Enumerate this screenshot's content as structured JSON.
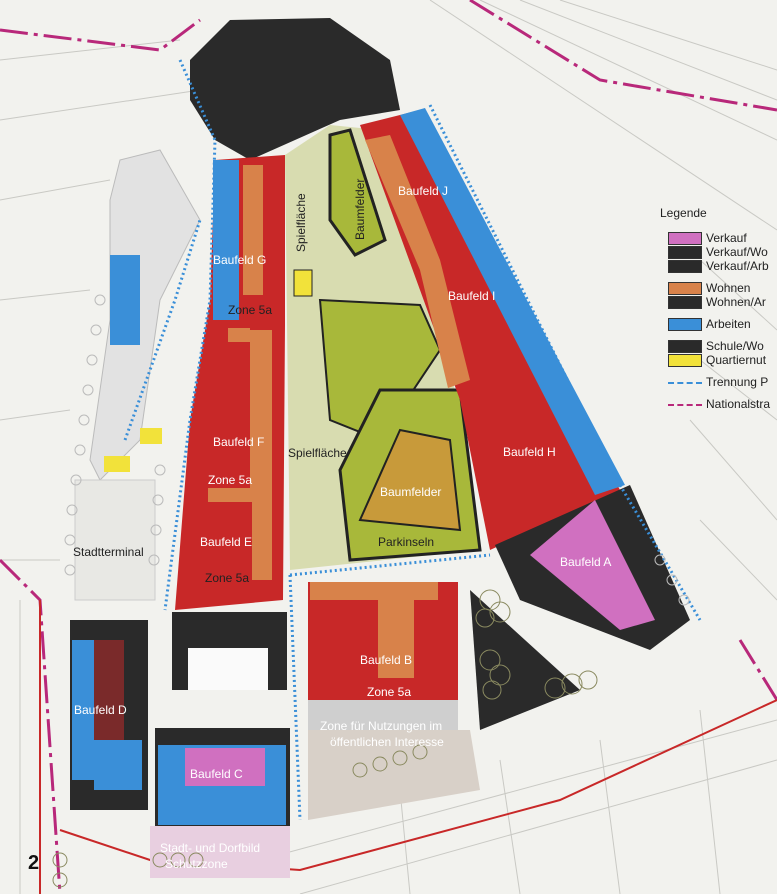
{
  "figure_number": "2",
  "colors": {
    "verkauf": "#d070c0",
    "black": "#2a2a2a",
    "wohnen": "#d8824a",
    "arbeiten": "#3a8fd8",
    "quartier": "#f2e23a",
    "red": "#c82828",
    "darkred": "#7a2a2a",
    "green": "#a8b83a",
    "lightgreen": "#d8dcb0",
    "ochre": "#c89a3a",
    "magenta": "#b8287a"
  },
  "legend": {
    "title": "Legende",
    "items": [
      {
        "label": "Verkauf",
        "color": "#d070c0"
      },
      {
        "label": "Verkauf/Wo",
        "color": "#2a2a2a"
      },
      {
        "label": "Verkauf/Arb",
        "color": "#2a2a2a"
      },
      {
        "label": "Wohnen",
        "color": "#d8824a"
      },
      {
        "label": "Wohnen/Ar",
        "color": "#2a2a2a"
      },
      {
        "label": "Arbeiten",
        "color": "#3a8fd8"
      },
      {
        "label": "Schule/Wo",
        "color": "#2a2a2a"
      },
      {
        "label": "Quartiernut",
        "color": "#f2e23a"
      }
    ],
    "lines": [
      {
        "label": "Trennung P",
        "color": "#3a8fd8"
      },
      {
        "label": "Nationalstra",
        "color": "#b8287a"
      }
    ]
  },
  "labels": {
    "baufeld_a": "Baufeld A",
    "baufeld_b": "Baufeld B",
    "baufeld_c": "Baufeld C",
    "baufeld_d": "Baufeld D",
    "baufeld_e": "Baufeld E",
    "baufeld_f": "Baufeld F",
    "baufeld_g": "Baufeld G",
    "baufeld_h": "Baufeld H",
    "baufeld_i": "Baufeld I",
    "baufeld_j": "Baufeld J",
    "zone_5a": "Zone 5a",
    "spielflaeche": "Spielfläche",
    "baumfelder": "Baumfelder",
    "parkinseln": "Parkinseln",
    "stadtterminal": "Stadtterminal",
    "zone_nutzungen_1": "Zone für Nutzungen im",
    "zone_nutzungen_2": "öffentlichen Interesse",
    "schutzzone_1": "Stadt- und Dorfbild",
    "schutzzone_2": "Schutzzone"
  }
}
